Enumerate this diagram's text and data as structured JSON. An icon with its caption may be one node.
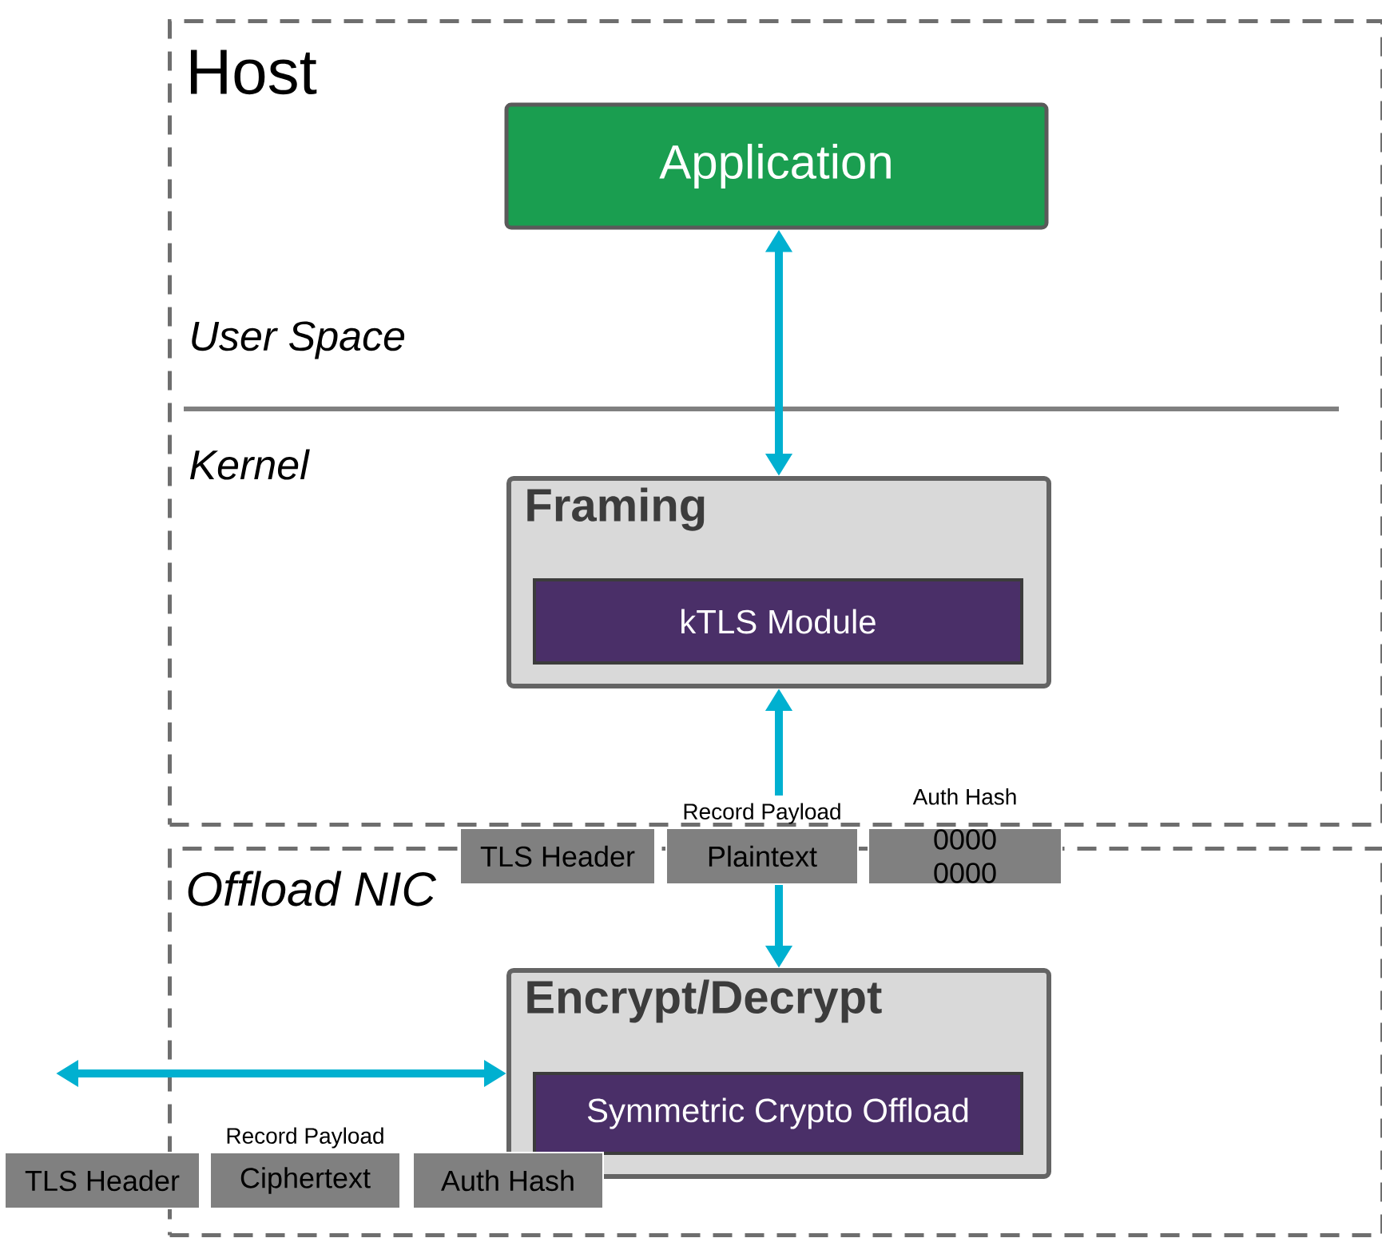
{
  "diagram": {
    "nodes": [
      {
        "text": [
          "Host"
        ]
      },
      {
        "text": [
          "Application"
        ],
        "in": 0
      },
      {
        "text": [
          "Framing"
        ],
        "in": 0
      },
      {
        "text": [
          "kTLS Module"
        ],
        "in": 2
      },
      {
        "text": [
          "Offload NIC"
        ]
      },
      {
        "text": [
          "Encrypt/Decrypt"
        ],
        "in": 4
      },
      {
        "text": [
          "Symmetric Crypto Offload"
        ],
        "in": 5
      },
      {
        "text": [
          "TLS Header"
        ]
      },
      {
        "text": [
          "Plaintext"
        ],
        "beside": [
          "Record Payload"
        ]
      },
      {
        "text": [
          "0000 0000"
        ],
        "beside": [
          "Auth Hash"
        ]
      },
      {
        "text": [
          "TLS Header"
        ]
      },
      {
        "text": [
          "Ciphertext"
        ],
        "beside": [
          "Record Payload"
        ],
        "in": 4
      },
      {
        "text": [
          "Auth Hash"
        ],
        "in": 4
      }
    ],
    "edges": [
      {
        "from": 1,
        "to": 2,
        "arrow": "both"
      },
      {
        "from": 8,
        "to": 2,
        "arrow": "to"
      },
      {
        "from": 8,
        "to": 5,
        "arrow": "to"
      },
      {
        "from": null,
        "to": 5,
        "arrow": "both"
      }
    ],
    "labels": [
      "User Space",
      "Kernel"
    ]
  }
}
